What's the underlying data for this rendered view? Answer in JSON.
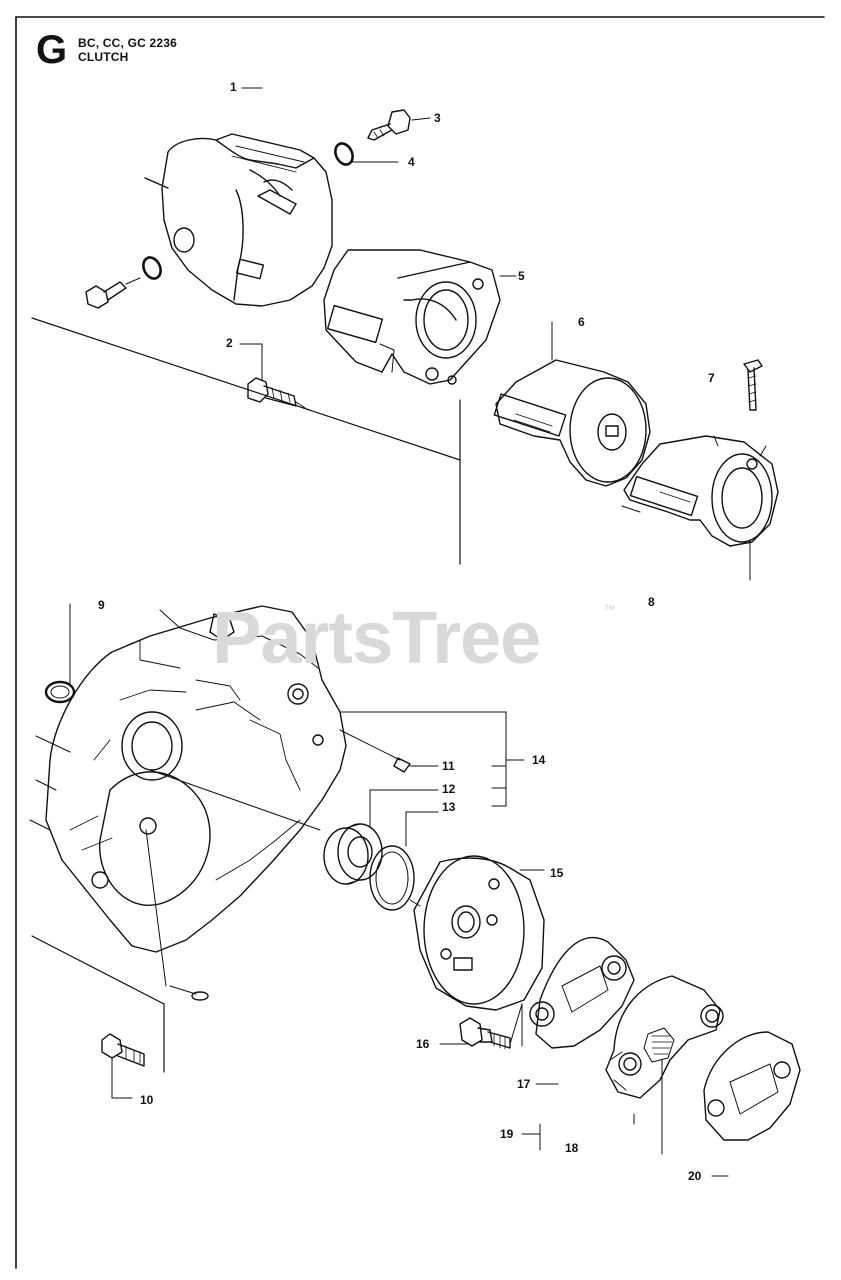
{
  "header": {
    "section_letter": "G",
    "models": "BC, CC, GC 2236",
    "section_title": "CLUTCH"
  },
  "watermark": {
    "text": "PartsTree",
    "mark": "™"
  },
  "callouts": [
    "1",
    "2",
    "3",
    "4",
    "5",
    "6",
    "7",
    "8",
    "9",
    "10",
    "11",
    "12",
    "13",
    "14",
    "15",
    "16",
    "17",
    "18",
    "19",
    "20"
  ]
}
